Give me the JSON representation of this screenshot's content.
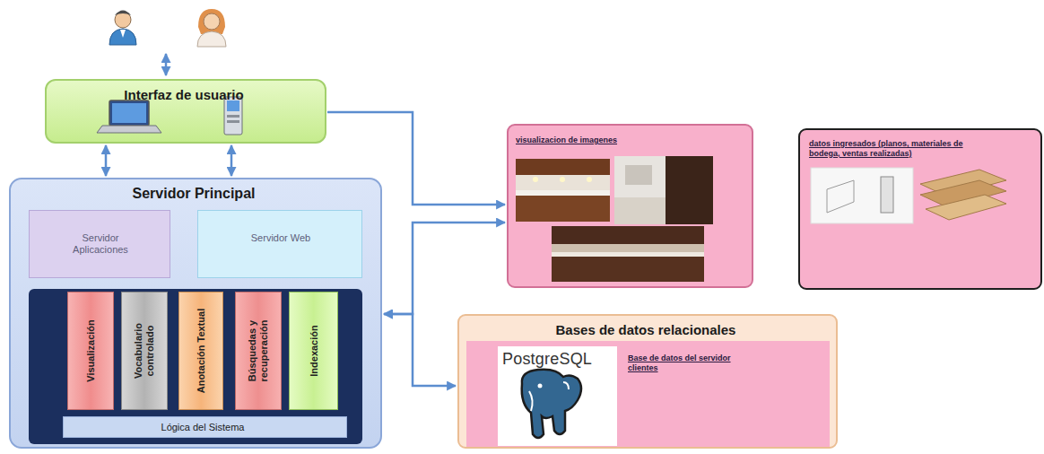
{
  "diagram": {
    "nodes": [
      {
        "text": [
          "Interfaz de usuario"
        ]
      },
      {
        "text": [
          "Servidor Principal"
        ]
      },
      {
        "text": [
          "Servidor Aplicaciones"
        ],
        "in": 1
      },
      {
        "text": [
          "Servidor Web"
        ],
        "in": 1
      },
      {
        "text": [
          "Visualización"
        ],
        "in": 1
      },
      {
        "text": [
          "Vocabulario controlado"
        ],
        "in": 1
      },
      {
        "text": [
          "Anotación Textual"
        ],
        "in": 1
      },
      {
        "text": [
          "Búsquedas y recuperación"
        ],
        "in": 1
      },
      {
        "text": [
          "Indexación"
        ],
        "in": 1
      },
      {
        "text": [
          "Lógica del Sistema"
        ],
        "in": 1
      },
      {
        "text": [
          "visualizacion de imagenes"
        ]
      },
      {
        "text": [
          "datos ingresados (planos, materiales de bodega, ventas realizadas)"
        ]
      },
      {
        "text": [
          "Bases de datos relacionales"
        ]
      },
      {
        "text": [
          "Base de datos del servidor clientes"
        ],
        "in": 12
      }
    ],
    "edges": [
      {
        "from": 0,
        "to": 1,
        "arrow": "both"
      },
      {
        "from": 0,
        "to": 1,
        "arrow": "both"
      },
      {
        "from": 0,
        "to": 10,
        "arrow": "to"
      },
      {
        "from": 1,
        "to": 10,
        "arrow": "both"
      },
      {
        "from": 1,
        "to": 12,
        "arrow": "both"
      }
    ],
    "labels": [
      "PostgreSQL"
    ]
  }
}
